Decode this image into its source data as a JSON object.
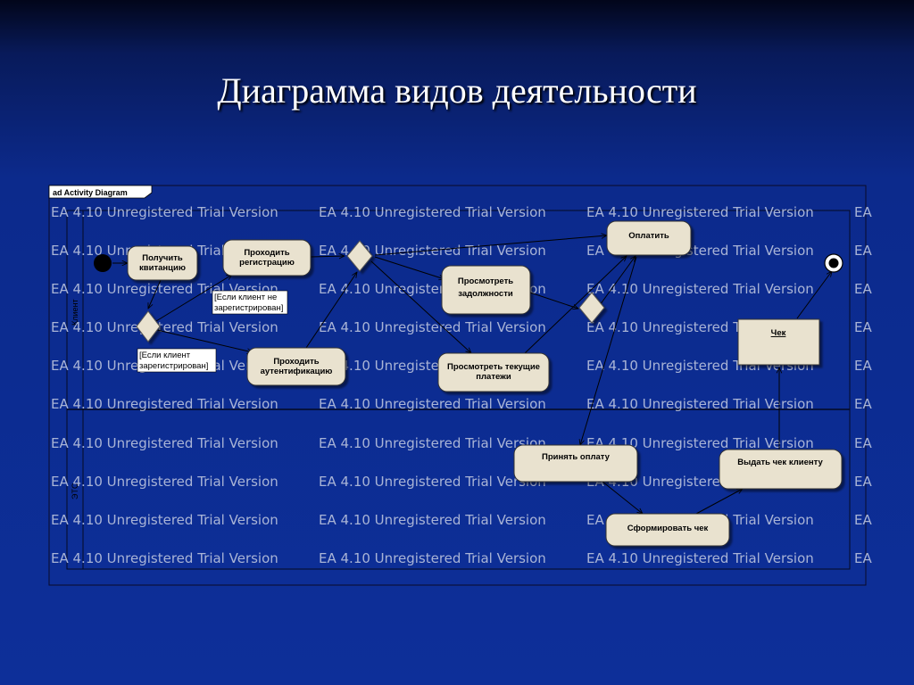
{
  "slide": {
    "title": "Диаграмма видов деятельности"
  },
  "diagram": {
    "frame_label": "ad Activity Diagram",
    "watermark": "EA 4.10 Unregistered Trial Version",
    "watermark_fragment": "EA",
    "lanes": [
      "Клиент",
      "ЭТС"
    ],
    "nodes": {
      "receive_receipt": "Получить квитанцию",
      "register": "Проходить регистрацию",
      "authenticate": "Проходить аутентификацию",
      "view_debts": "Просмотреть задолжности",
      "view_payments": "Просмотреть текущие платежи",
      "pay": "Оплатить",
      "receipt_obj": "Чек",
      "accept_payment": "Принять оплату",
      "form_receipt": "Сформировать чек",
      "issue_receipt": "Выдать чек клиенту"
    },
    "guards": {
      "not_registered": "[Если клиент не зарегистрирован]",
      "registered": "[Если клиент зарегистрирован]"
    }
  },
  "colors": {
    "node_fill": "#e9e2cf",
    "watermark": "#a9b4d6"
  }
}
